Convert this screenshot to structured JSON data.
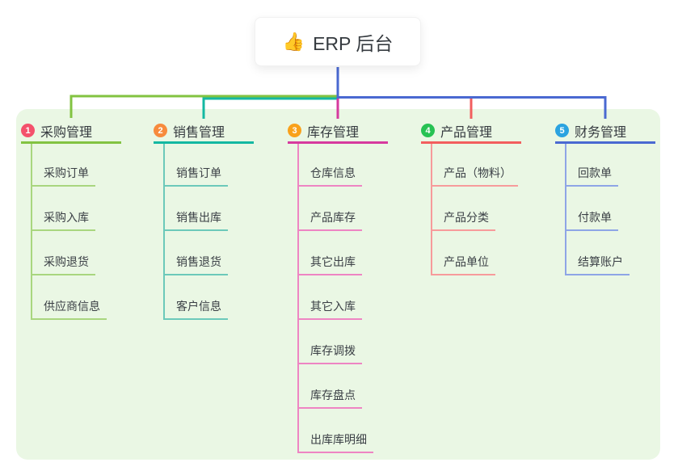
{
  "root": {
    "icon": "thumbs-up",
    "icon_glyph": "👍",
    "label": "ERP 后台"
  },
  "branches": [
    {
      "num": "1",
      "label": "采购管理",
      "color": "#82c341",
      "tint": "#a9d67f",
      "badge_color": "#f4516c",
      "children": [
        "采购订单",
        "采购入库",
        "采购退货",
        "供应商信息"
      ]
    },
    {
      "num": "2",
      "label": "销售管理",
      "color": "#14b8a2",
      "tint": "#6cc9ba",
      "badge_color": "#f78b3d",
      "children": [
        "销售订单",
        "销售出库",
        "销售退货",
        "客户信息"
      ]
    },
    {
      "num": "3",
      "label": "库存管理",
      "color": "#d63a9e",
      "tint": "#ee85c3",
      "badge_color": "#f9a11b",
      "children": [
        "仓库信息",
        "产品库存",
        "其它出库",
        "其它入库",
        "库存调拨",
        "库存盘点",
        "出库库明细"
      ]
    },
    {
      "num": "4",
      "label": "产品管理",
      "color": "#f25e5e",
      "tint": "#f79b9b",
      "badge_color": "#27c253",
      "children": [
        "产品（物料）",
        "产品分类",
        "产品单位"
      ]
    },
    {
      "num": "5",
      "label": "财务管理",
      "color": "#4a69d1",
      "tint": "#8ea5e6",
      "badge_color": "#2ba3e0",
      "children": [
        "回款单",
        "付款单",
        "结算账户"
      ]
    }
  ],
  "colors": {
    "canvas_bg": "#ffffff",
    "panel_bg": "#eaf7e4",
    "root_connector": "#4a69d1",
    "text": "#363b40"
  }
}
